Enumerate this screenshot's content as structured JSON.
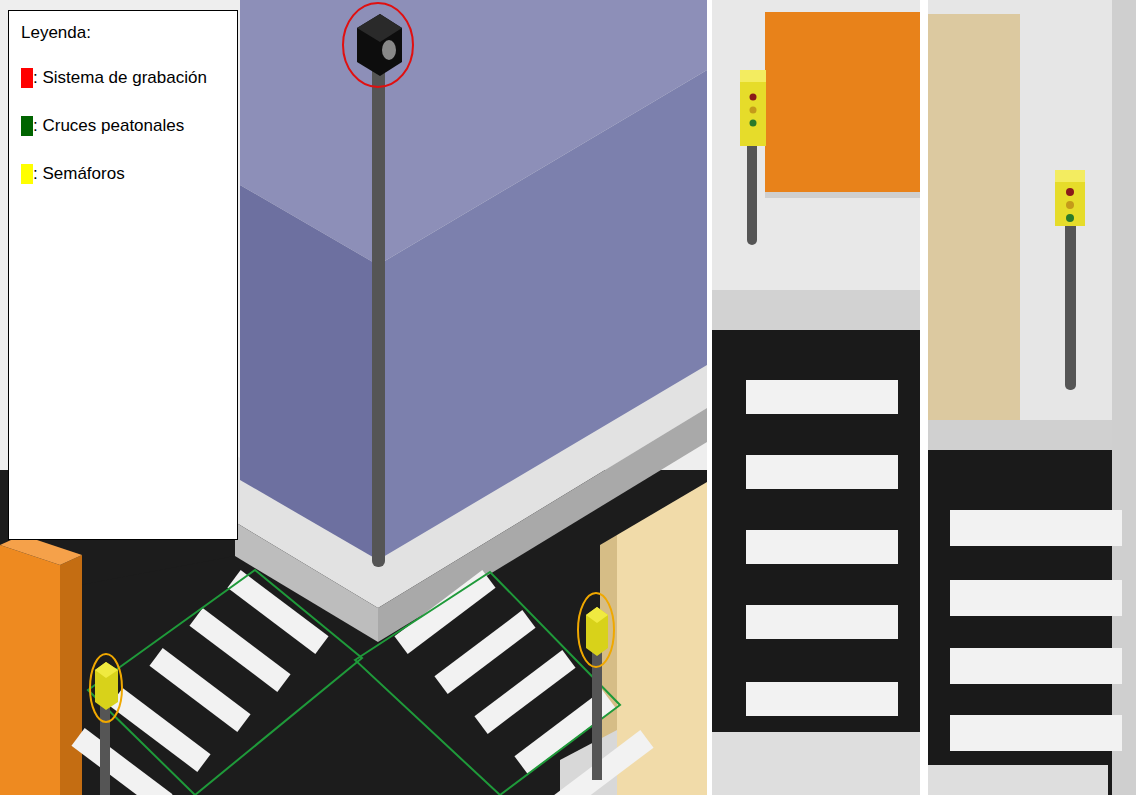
{
  "diagram": {
    "labels": [
      "Leyenda:"
    ],
    "legend": [
      {
        "text": ": Sistema de grabación",
        "color": "#ff0000"
      },
      {
        "text": ": Cruces peatonales",
        "color": "#006400"
      },
      {
        "text": ": Semáforos",
        "color": "#ffff00"
      }
    ]
  }
}
